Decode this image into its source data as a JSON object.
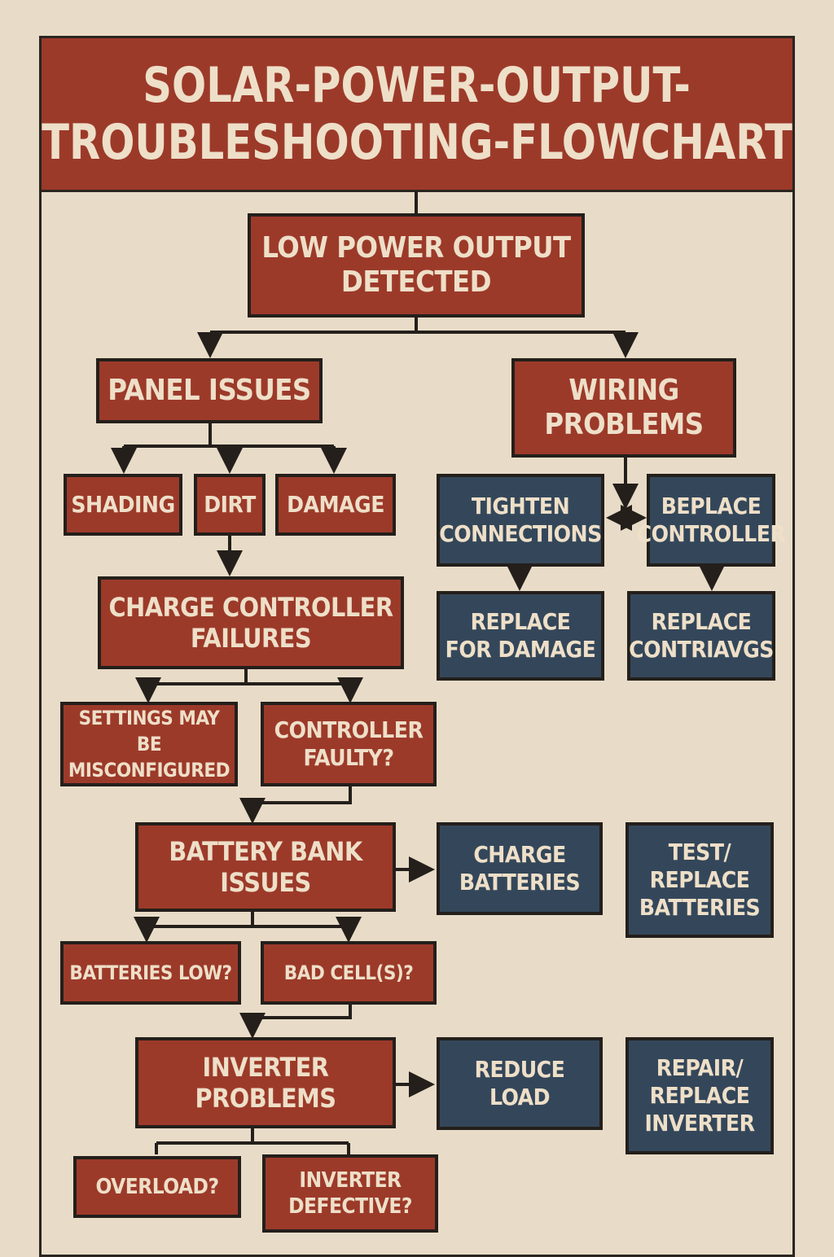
{
  "title": {
    "line1": "SOLAR-POWER-OUTPUT-",
    "line2": "TROUBLESHOOTING-FLOWCHART"
  },
  "nodes": {
    "low_power": "LOW POWER OUTPUT\nDETECTED",
    "panel_issues": "PANEL ISSUES",
    "wiring_problems": "WIRING\nPROBLEMS",
    "shading": "SHADING",
    "dirt": "DIRT",
    "damage": "DAMAGE",
    "tighten_connections": "TIGHTEN\nCONNECTIONS",
    "beplace_controller": "BEPLACE\nCONTROLLER",
    "charge_controller_failures": "CHARGE CONTROLLER\nFAILURES",
    "replace_for_damage": "REPLACE\nFOR DAMAGE",
    "replace_contriavgs": "REPLACE\nCONTRIAVGS",
    "settings_misconfigured": "SETTINGS MAY\nBE MISCONFIGURED",
    "controller_faulty": "CONTROLLER\nFAULTY?",
    "battery_bank_issues": "BATTERY BANK\nISSUES",
    "charge_batteries": "CHARGE\nBATTERIES",
    "test_replace_batteries": "TEST/\nREPLACE\nBATTERIES",
    "batteries_low": "BATTERIES LOW?",
    "bad_cells": "BAD CELL(S)?",
    "inverter_problems": "INVERTER\nPROBLEMS",
    "reduce_load": "REDUCE\nLOAD",
    "repair_replace_inverter": "REPAIR/\nREPLACE\nINVERTER",
    "overload": "OVERLOAD?",
    "inverter_defective": "INVERTER\nDEFECTIVE?"
  },
  "colors": {
    "background": "#e8dcc8",
    "issue_box": "#9c3a2a",
    "action_box": "#34475a",
    "text": "#eedfc8",
    "line": "#241f1b"
  }
}
